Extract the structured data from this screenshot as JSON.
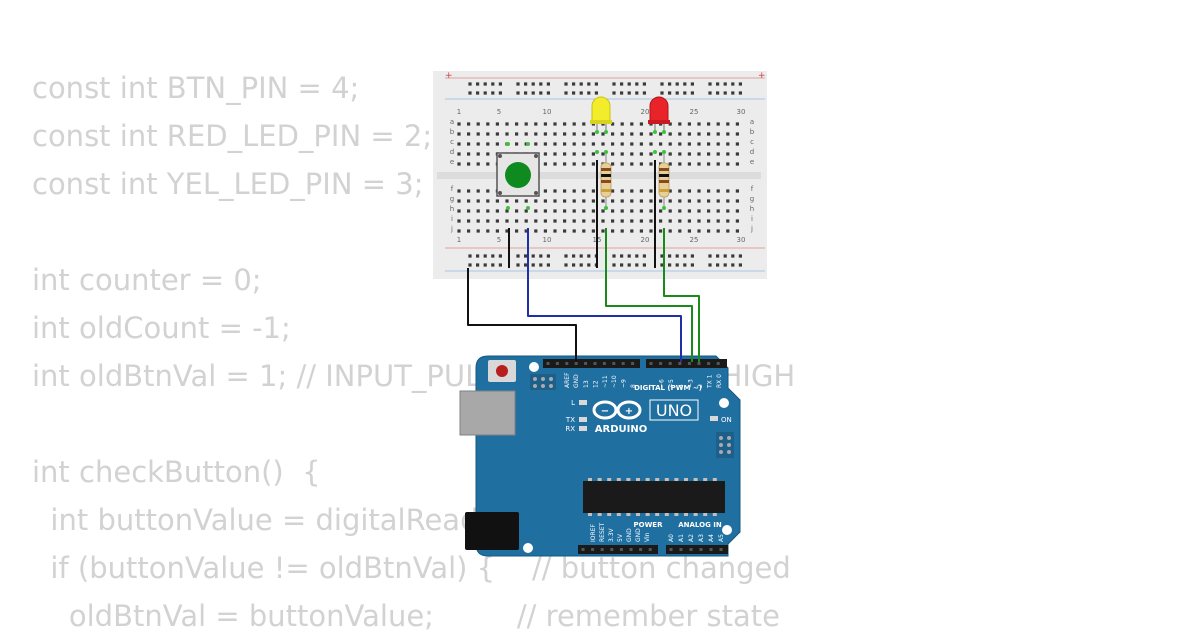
{
  "code_lines": [
    "const int BTN_PIN = 4;",
    "const int RED_LED_PIN = 2;",
    "const int YEL_LED_PIN = 3;",
    "",
    "int counter = 0;",
    "int oldCount = -1;",
    "int oldBtnVal = 1; // INPUT_PULLUP: released = HIGH",
    "",
    "int checkButton()  {",
    "  int buttonValue = digitalRead(BTN_PIN);",
    "  if (buttonValue != oldBtnVal) {    // button changed",
    "    oldBtnVal = buttonValue;         // remember state"
  ],
  "breadboard": {
    "column_numbers": [
      "1",
      "5",
      "10",
      "15",
      "20",
      "25",
      "30"
    ],
    "row_letters_top": [
      "a",
      "b",
      "c",
      "d",
      "e"
    ],
    "row_letters_bottom": [
      "f",
      "g",
      "h",
      "i",
      "j"
    ],
    "rail_plus": "+"
  },
  "arduino": {
    "brand": "ARDUINO",
    "model": "UNO",
    "digital_label": "DIGITAL (PWM ~)",
    "power_label": "POWER",
    "analog_label": "ANALOG IN",
    "on_label": "ON",
    "l_label": "L",
    "tx_label": "TX",
    "rx_label": "RX",
    "aref": "AREF",
    "gnd": "GND",
    "digital_pins": [
      "13",
      "12",
      "~11",
      "~10",
      "~9",
      "8",
      "7",
      "~6",
      "~5",
      "4",
      "~3",
      "2",
      "TX 1",
      "RX 0"
    ],
    "power_pins": [
      "IOREF",
      "RESET",
      "3.3V",
      "5V",
      "GND",
      "GND",
      "Vin"
    ],
    "analog_pins": [
      "A0",
      "A1",
      "A2",
      "A3",
      "A4",
      "A5"
    ]
  },
  "colors": {
    "code_text": "#d2d2d2",
    "board_blue": "#1f6fa0",
    "wire_black": "#111111",
    "wire_blue": "#1f2fa8",
    "wire_green": "#1a8a1a",
    "led_yellow": "#f2ec2a",
    "led_red": "#e8232a",
    "button_green": "#0f8a1f"
  }
}
